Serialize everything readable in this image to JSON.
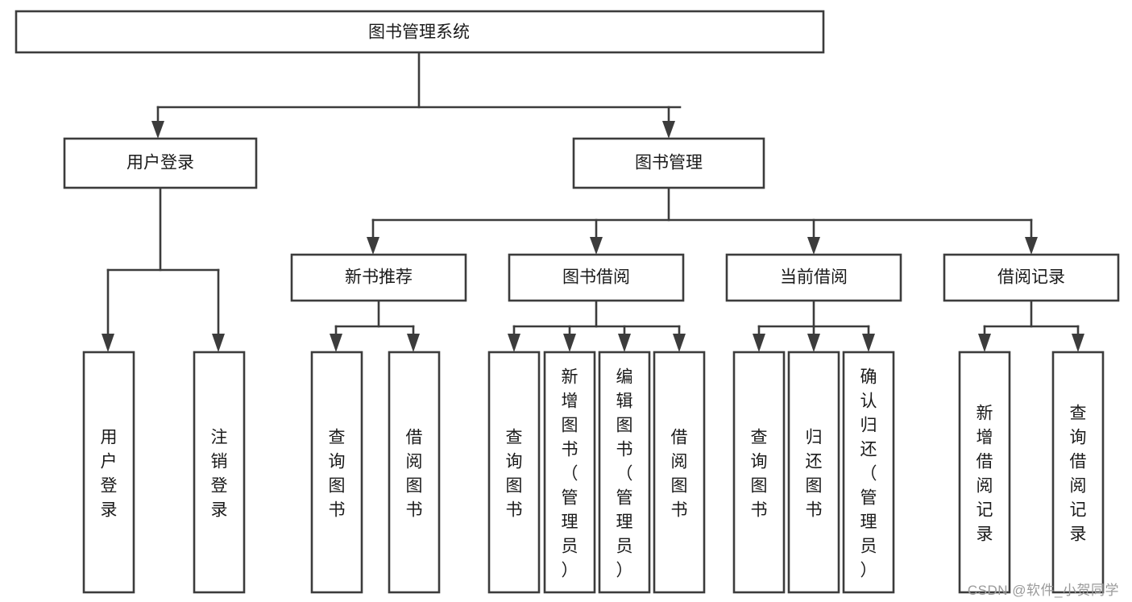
{
  "diagram": {
    "title": "图书管理系统",
    "watermark": "CSDN @软件_小贺同学",
    "colors": {
      "stroke": "#3c3c3c",
      "fill": "#ffffff",
      "text": "#1a1a1a",
      "watermark": "#9a9a9a"
    },
    "root": {
      "label": "图书管理系统"
    },
    "level2": [
      {
        "label": "用户登录"
      },
      {
        "label": "图书管理"
      }
    ],
    "level3": [
      {
        "label": "新书推荐"
      },
      {
        "label": "图书借阅"
      },
      {
        "label": "当前借阅"
      },
      {
        "label": "借阅记录"
      }
    ],
    "leaves": {
      "user_login": [
        {
          "label": "用户登录"
        },
        {
          "label": "注销登录"
        }
      ],
      "new_book_recommend": [
        {
          "label": "查询图书"
        },
        {
          "label": "借阅图书"
        }
      ],
      "book_borrow": [
        {
          "label": "查询图书"
        },
        {
          "label": "新增图书（管理员）"
        },
        {
          "label": "编辑图书（管理员）"
        },
        {
          "label": "借阅图书"
        }
      ],
      "current_borrow": [
        {
          "label": "查询图书"
        },
        {
          "label": "归还图书"
        },
        {
          "label": "确认归还（管理员）"
        }
      ],
      "borrow_record": [
        {
          "label": "新增借阅记录"
        },
        {
          "label": "查询借阅记录"
        }
      ]
    }
  }
}
